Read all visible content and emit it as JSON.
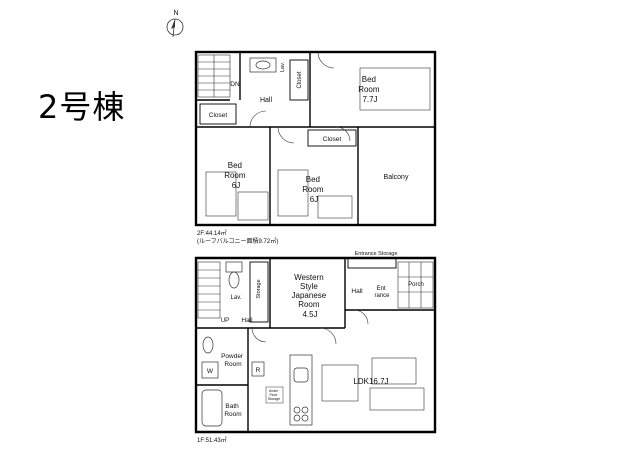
{
  "building_title": "2号棟",
  "compass": {
    "north_label": "N"
  },
  "floor2": {
    "area_label": "2F:44.14㎡",
    "balcony_note": "(ルーフバルコニー面積9.72㎡)",
    "rooms": {
      "bed_master": [
        "Bed",
        "Room",
        "7.7J"
      ],
      "bed_left": [
        "Bed",
        "Room",
        "6J"
      ],
      "bed_mid": [
        "Bed",
        "Room",
        "6J"
      ],
      "balcony": "Balcony",
      "hall": "Hall",
      "dn": "DN",
      "closet_left": "Closet",
      "closet_mid": "Closet",
      "closet_vert": "Closet",
      "lav": "Lav."
    }
  },
  "floor1": {
    "area_label": "1F:51.43㎡",
    "rooms": {
      "western": [
        "Western",
        "Style",
        "Japanese",
        "Room",
        "4.5J"
      ],
      "ldk": "LDK16.7J",
      "entrance_storage": "Entrance Storage",
      "hall_top": "Hall",
      "hall_left": "Hall",
      "up": "UP",
      "entrance": [
        "Ent",
        "rance"
      ],
      "porch": "Porch",
      "storage": "Storage",
      "lav": "Lav.",
      "powder": [
        "Powder",
        "Room"
      ],
      "bath": [
        "Bath",
        "Room"
      ],
      "w": "W",
      "r": "R",
      "under_floor": [
        "Under",
        "Floor",
        "Storage"
      ]
    }
  }
}
